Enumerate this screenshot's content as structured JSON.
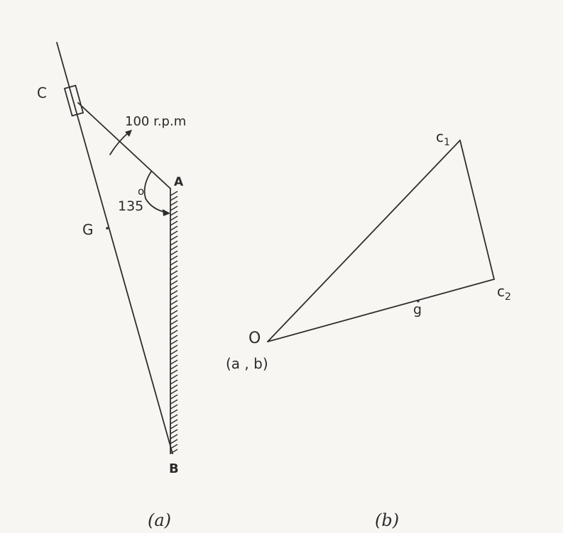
{
  "diagram_a": {
    "label_c": "C",
    "label_a": "A",
    "label_b": "B",
    "label_g": "G",
    "speed": "100 r.p.m",
    "angle_value": "135",
    "angle_unit": "o",
    "caption": "(a)"
  },
  "diagram_b": {
    "label_o": "O",
    "label_origin": "(a , b)",
    "label_c1_main": "c",
    "label_c1_sub": "1",
    "label_c2_main": "c",
    "label_c2_sub": "2",
    "label_g": "g",
    "caption": "(b)"
  },
  "colors": {
    "ink": "#2e2e2e",
    "paper": "#f7f6f2"
  }
}
